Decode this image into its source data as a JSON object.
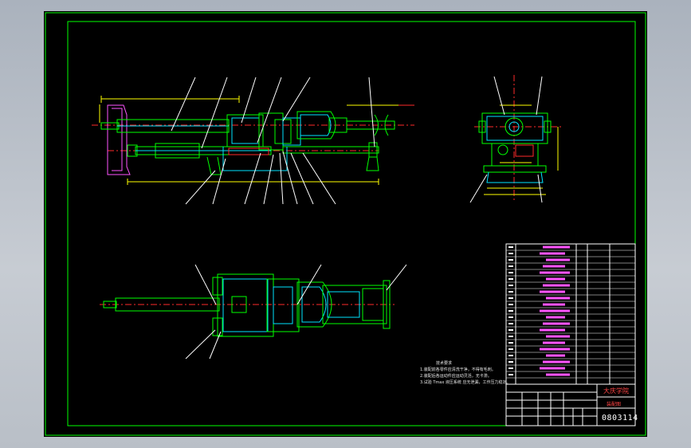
{
  "title_block": {
    "school": "大庆学院",
    "drawing_name": "装配图",
    "drawing_number": "0803114"
  },
  "notes": {
    "heading": "技术要求",
    "lines": [
      "1.装配前各零件应清洗干净，不得有毛刺。",
      "2.装配后各运动件应运动灵活，无卡滞。",
      "3.试验 Tmax 液压系统 应无泄漏，工作压力稳定。"
    ]
  },
  "colors": {
    "frame": "#00ff00",
    "part_outline": "#00ff00",
    "centerline": "#ff2a2a",
    "dimension": "#ffff00",
    "detail_line": "#00e5ff",
    "leader": "#ffffff",
    "background": "#000000"
  },
  "sheet_background": "grey-gradient"
}
